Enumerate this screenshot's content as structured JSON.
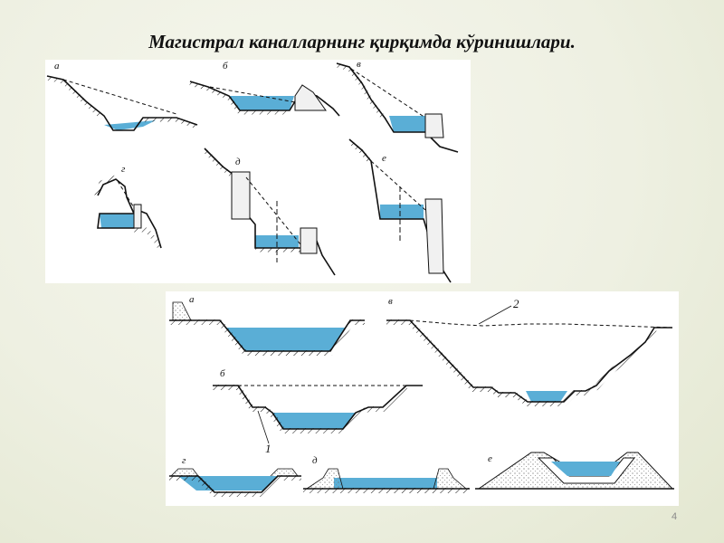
{
  "slide": {
    "title": "Магистрал каналларнинг қирқимда кўринишлари.",
    "page_number": "4"
  },
  "figure_top": {
    "labels": [
      "а",
      "б",
      "в",
      "г",
      "д",
      "е"
    ]
  },
  "figure_bottom": {
    "labels": [
      "а",
      "б",
      "в",
      "г",
      "д",
      "е"
    ],
    "callouts": [
      "1",
      "2"
    ]
  },
  "colors": {
    "water": "#5aaed6",
    "line": "#111111",
    "fill_soil": "#dcdcdc",
    "background": "#eef0e2"
  }
}
